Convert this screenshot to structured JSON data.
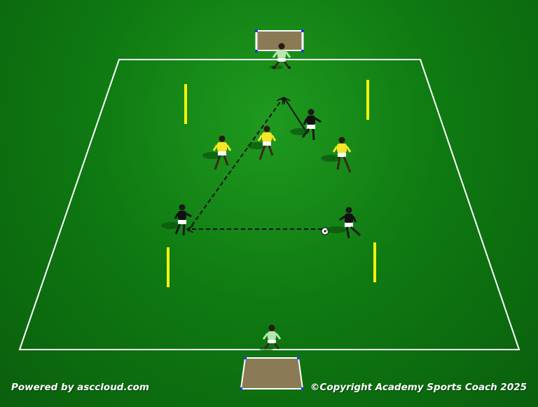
{
  "footer": {
    "powered_by": "Powered by asccloud.com",
    "copyright": "©Copyright Academy Sports Coach 2025"
  },
  "colors": {
    "pitch": "#128015",
    "line": "#ffffff",
    "pole": "#f2f20a",
    "team_attack": "#111111",
    "team_defend": "#f5e628",
    "goalkeeper": "#b8e6b0",
    "goal_net": "#8a7a56"
  },
  "players": [
    {
      "role": "goalkeeper",
      "team": "neutral"
    },
    {
      "role": "goalkeeper",
      "team": "neutral"
    },
    {
      "role": "attacker",
      "team": "black"
    },
    {
      "role": "attacker",
      "team": "black"
    },
    {
      "role": "attacker",
      "team": "black"
    },
    {
      "role": "defender",
      "team": "yellow"
    },
    {
      "role": "defender",
      "team": "yellow"
    },
    {
      "role": "defender",
      "team": "yellow"
    }
  ]
}
